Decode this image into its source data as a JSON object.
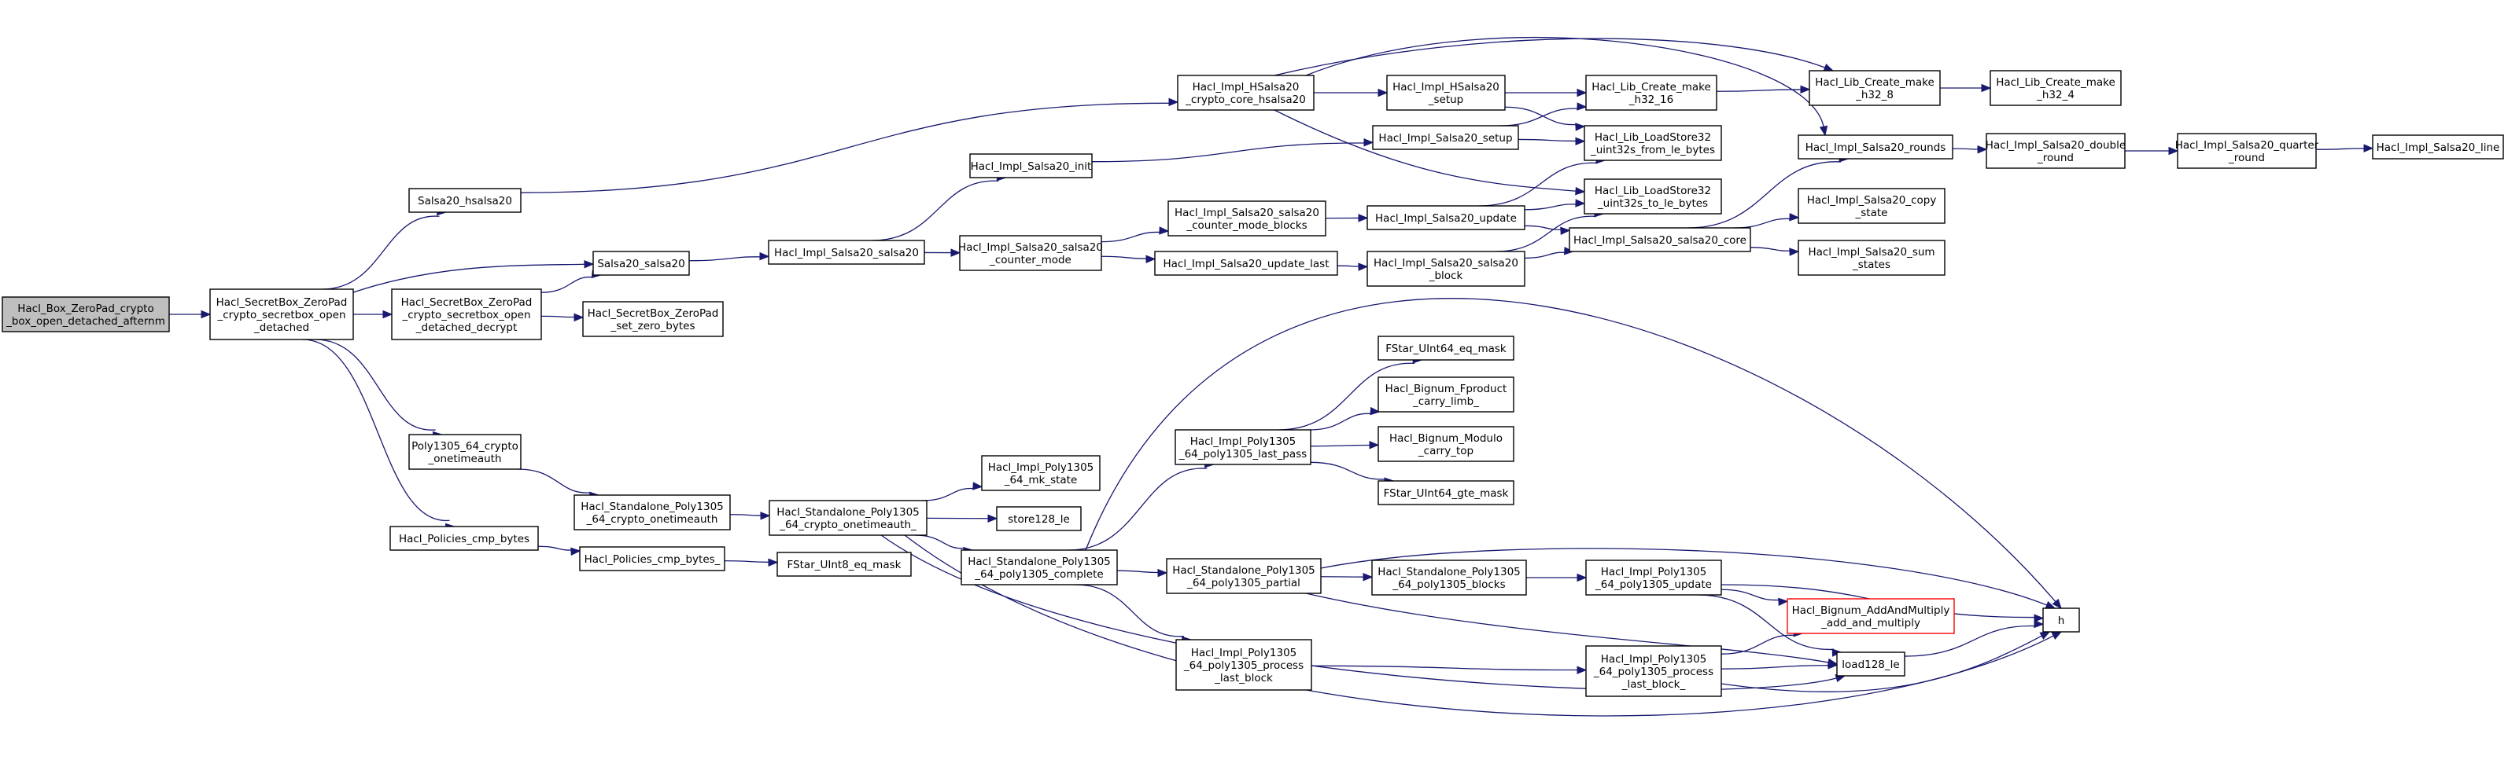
{
  "graph": {
    "colors": {
      "edge": "#191970",
      "node_fill": "#ffffff",
      "node_border": "#000000",
      "root_fill": "#bfbfbf",
      "truncated_border": "#ff0000"
    },
    "nodes": [
      {
        "id": "root",
        "lines": [
          "Hacl_Box_ZeroPad_crypto",
          "_box_open_detached_afternm"
        ],
        "root": true,
        "interactable": true
      },
      {
        "id": "sbod",
        "lines": [
          "Hacl_SecretBox_ZeroPad",
          "_crypto_secretbox_open",
          "_detached"
        ],
        "interactable": true
      },
      {
        "id": "hsalsa",
        "lines": [
          "Salsa20_hsalsa20"
        ],
        "interactable": true
      },
      {
        "id": "salsa",
        "lines": [
          "Salsa20_salsa20"
        ],
        "interactable": true
      },
      {
        "id": "sbodd",
        "lines": [
          "Hacl_SecretBox_ZeroPad",
          "_crypto_secretbox_open",
          "_detached_decrypt"
        ],
        "interactable": true
      },
      {
        "id": "szb",
        "lines": [
          "Hacl_SecretBox_ZeroPad",
          "_set_zero_bytes"
        ],
        "interactable": true
      },
      {
        "id": "poly_ota",
        "lines": [
          "Poly1305_64_crypto",
          "_onetimeauth"
        ],
        "interactable": true
      },
      {
        "id": "cmp",
        "lines": [
          "Hacl_Policies_cmp_bytes"
        ],
        "interactable": true
      },
      {
        "id": "cmp_",
        "lines": [
          "Hacl_Policies_cmp_bytes_"
        ],
        "interactable": true
      },
      {
        "id": "std_ota",
        "lines": [
          "Hacl_Standalone_Poly1305",
          "_64_crypto_onetimeauth"
        ],
        "interactable": true
      },
      {
        "id": "std_ota_",
        "lines": [
          "Hacl_Standalone_Poly1305",
          "_64_crypto_onetimeauth_"
        ],
        "interactable": true
      },
      {
        "id": "u8eq",
        "lines": [
          "FStar_UInt8_eq_mask"
        ],
        "interactable": true
      },
      {
        "id": "isalsa",
        "lines": [
          "Hacl_Impl_Salsa20_salsa20"
        ],
        "interactable": true
      },
      {
        "id": "isinit",
        "lines": [
          "Hacl_Impl_Salsa20_init"
        ],
        "interactable": true
      },
      {
        "id": "icm",
        "lines": [
          "Hacl_Impl_Salsa20_salsa20",
          "_counter_mode"
        ],
        "interactable": true
      },
      {
        "id": "mkstate",
        "lines": [
          "Hacl_Impl_Poly1305",
          "_64_mk_state"
        ],
        "interactable": true
      },
      {
        "id": "store128",
        "lines": [
          "store128_le"
        ],
        "interactable": true
      },
      {
        "id": "complete",
        "lines": [
          "Hacl_Standalone_Poly1305",
          "_64_poly1305_complete"
        ],
        "interactable": true
      },
      {
        "id": "icmb",
        "lines": [
          "Hacl_Impl_Salsa20_salsa20",
          "_counter_mode_blocks"
        ],
        "interactable": true
      },
      {
        "id": "iupdlast",
        "lines": [
          "Hacl_Impl_Salsa20_update_last"
        ],
        "interactable": true
      },
      {
        "id": "ihs",
        "lines": [
          "Hacl_Impl_HSalsa20",
          "_crypto_core_hsalsa20"
        ],
        "interactable": true
      },
      {
        "id": "ihs_setup",
        "lines": [
          "Hacl_Impl_HSalsa20",
          "_setup"
        ],
        "interactable": true
      },
      {
        "id": "is_setup",
        "lines": [
          "Hacl_Impl_Salsa20_setup"
        ],
        "interactable": true
      },
      {
        "id": "is_update",
        "lines": [
          "Hacl_Impl_Salsa20_update"
        ],
        "interactable": true
      },
      {
        "id": "is_block",
        "lines": [
          "Hacl_Impl_Salsa20_salsa20",
          "_block"
        ],
        "interactable": true
      },
      {
        "id": "lastpass",
        "lines": [
          "Hacl_Impl_Poly1305",
          "_64_poly1305_last_pass"
        ],
        "interactable": true
      },
      {
        "id": "partial",
        "lines": [
          "Hacl_Standalone_Poly1305",
          "_64_poly1305_partial"
        ],
        "interactable": true
      },
      {
        "id": "plb",
        "lines": [
          "Hacl_Impl_Poly1305",
          "_64_poly1305_process",
          "_last_block"
        ],
        "interactable": true
      },
      {
        "id": "mk16",
        "lines": [
          "Hacl_Lib_Create_make",
          "_h32_16"
        ],
        "interactable": true
      },
      {
        "id": "ls_from",
        "lines": [
          "Hacl_Lib_LoadStore32",
          "_uint32s_from_le_bytes"
        ],
        "interactable": true
      },
      {
        "id": "ls_to",
        "lines": [
          "Hacl_Lib_LoadStore32",
          "_uint32s_to_le_bytes"
        ],
        "interactable": true
      },
      {
        "id": "core",
        "lines": [
          "Hacl_Impl_Salsa20_salsa20_core"
        ],
        "interactable": true
      },
      {
        "id": "u64eq",
        "lines": [
          "FStar_UInt64_eq_mask"
        ],
        "interactable": true
      },
      {
        "id": "fprod",
        "lines": [
          "Hacl_Bignum_Fproduct",
          "_carry_limb_"
        ],
        "interactable": true
      },
      {
        "id": "modulo",
        "lines": [
          "Hacl_Bignum_Modulo",
          "_carry_top"
        ],
        "interactable": true
      },
      {
        "id": "u64gte",
        "lines": [
          "FStar_UInt64_gte_mask"
        ],
        "interactable": true
      },
      {
        "id": "blocks",
        "lines": [
          "Hacl_Standalone_Poly1305",
          "_64_poly1305_blocks"
        ],
        "interactable": true
      },
      {
        "id": "plb_",
        "lines": [
          "Hacl_Impl_Poly1305",
          "_64_poly1305_process",
          "_last_block_"
        ],
        "interactable": true
      },
      {
        "id": "mk8",
        "lines": [
          "Hacl_Lib_Create_make",
          "_h32_8"
        ],
        "interactable": true
      },
      {
        "id": "rounds",
        "lines": [
          "Hacl_Impl_Salsa20_rounds"
        ],
        "interactable": true
      },
      {
        "id": "copy",
        "lines": [
          "Hacl_Impl_Salsa20_copy",
          "_state"
        ],
        "interactable": true
      },
      {
        "id": "sum",
        "lines": [
          "Hacl_Impl_Salsa20_sum",
          "_states"
        ],
        "interactable": true
      },
      {
        "id": "pupdate",
        "lines": [
          "Hacl_Impl_Poly1305",
          "_64_poly1305_update"
        ],
        "interactable": true
      },
      {
        "id": "addmul",
        "lines": [
          "Hacl_Bignum_AddAndMultiply",
          "_add_and_multiply"
        ],
        "truncated": true,
        "interactable": true
      },
      {
        "id": "load128",
        "lines": [
          "load128_le"
        ],
        "interactable": true
      },
      {
        "id": "mk4",
        "lines": [
          "Hacl_Lib_Create_make",
          "_h32_4"
        ],
        "interactable": true
      },
      {
        "id": "dround",
        "lines": [
          "Hacl_Impl_Salsa20_double",
          "_round"
        ],
        "interactable": true
      },
      {
        "id": "qround",
        "lines": [
          "Hacl_Impl_Salsa20_quarter",
          "_round"
        ],
        "interactable": true
      },
      {
        "id": "line",
        "lines": [
          "Hacl_Impl_Salsa20_line"
        ],
        "interactable": true
      },
      {
        "id": "h",
        "lines": [
          "h"
        ],
        "interactable": true
      }
    ],
    "edges": [
      [
        "root",
        "sbod"
      ],
      [
        "sbod",
        "hsalsa"
      ],
      [
        "sbod",
        "salsa"
      ],
      [
        "sbod",
        "sbodd"
      ],
      [
        "sbod",
        "poly_ota"
      ],
      [
        "sbod",
        "cmp"
      ],
      [
        "hsalsa",
        "ihs"
      ],
      [
        "salsa",
        "isalsa"
      ],
      [
        "sbodd",
        "salsa"
      ],
      [
        "sbodd",
        "szb"
      ],
      [
        "poly_ota",
        "std_ota"
      ],
      [
        "cmp",
        "cmp_"
      ],
      [
        "cmp_",
        "u8eq"
      ],
      [
        "std_ota",
        "std_ota_"
      ],
      [
        "std_ota_",
        "mkstate"
      ],
      [
        "std_ota_",
        "store128"
      ],
      [
        "std_ota_",
        "complete"
      ],
      [
        "std_ota_",
        "h"
      ],
      [
        "std_ota_",
        "load128"
      ],
      [
        "isalsa",
        "isinit"
      ],
      [
        "isalsa",
        "icm"
      ],
      [
        "isinit",
        "is_setup"
      ],
      [
        "icm",
        "icmb"
      ],
      [
        "icm",
        "iupdlast"
      ],
      [
        "icmb",
        "is_update"
      ],
      [
        "iupdlast",
        "is_block"
      ],
      [
        "ihs",
        "ihs_setup"
      ],
      [
        "ihs",
        "rounds"
      ],
      [
        "ihs",
        "ls_to"
      ],
      [
        "ihs",
        "mk8"
      ],
      [
        "ihs_setup",
        "mk16"
      ],
      [
        "ihs_setup",
        "ls_from"
      ],
      [
        "is_setup",
        "mk16"
      ],
      [
        "is_setup",
        "ls_from"
      ],
      [
        "is_update",
        "ls_from"
      ],
      [
        "is_update",
        "ls_to"
      ],
      [
        "is_update",
        "core"
      ],
      [
        "is_block",
        "core"
      ],
      [
        "is_block",
        "ls_to"
      ],
      [
        "mk16",
        "mk8"
      ],
      [
        "mk8",
        "mk4"
      ],
      [
        "core",
        "rounds"
      ],
      [
        "core",
        "copy"
      ],
      [
        "core",
        "sum"
      ],
      [
        "rounds",
        "dround"
      ],
      [
        "dround",
        "qround"
      ],
      [
        "qround",
        "line"
      ],
      [
        "complete",
        "lastpass"
      ],
      [
        "complete",
        "partial"
      ],
      [
        "complete",
        "plb"
      ],
      [
        "complete",
        "h"
      ],
      [
        "lastpass",
        "u64eq"
      ],
      [
        "lastpass",
        "fprod"
      ],
      [
        "lastpass",
        "modulo"
      ],
      [
        "lastpass",
        "u64gte"
      ],
      [
        "partial",
        "blocks"
      ],
      [
        "partial",
        "h"
      ],
      [
        "partial",
        "load128"
      ],
      [
        "plb",
        "plb_"
      ],
      [
        "blocks",
        "pupdate"
      ],
      [
        "pupdate",
        "h"
      ],
      [
        "pupdate",
        "addmul"
      ],
      [
        "pupdate",
        "load128"
      ],
      [
        "plb_",
        "addmul"
      ],
      [
        "plb_",
        "load128"
      ],
      [
        "plb_",
        "h"
      ],
      [
        "load128",
        "h"
      ]
    ]
  }
}
